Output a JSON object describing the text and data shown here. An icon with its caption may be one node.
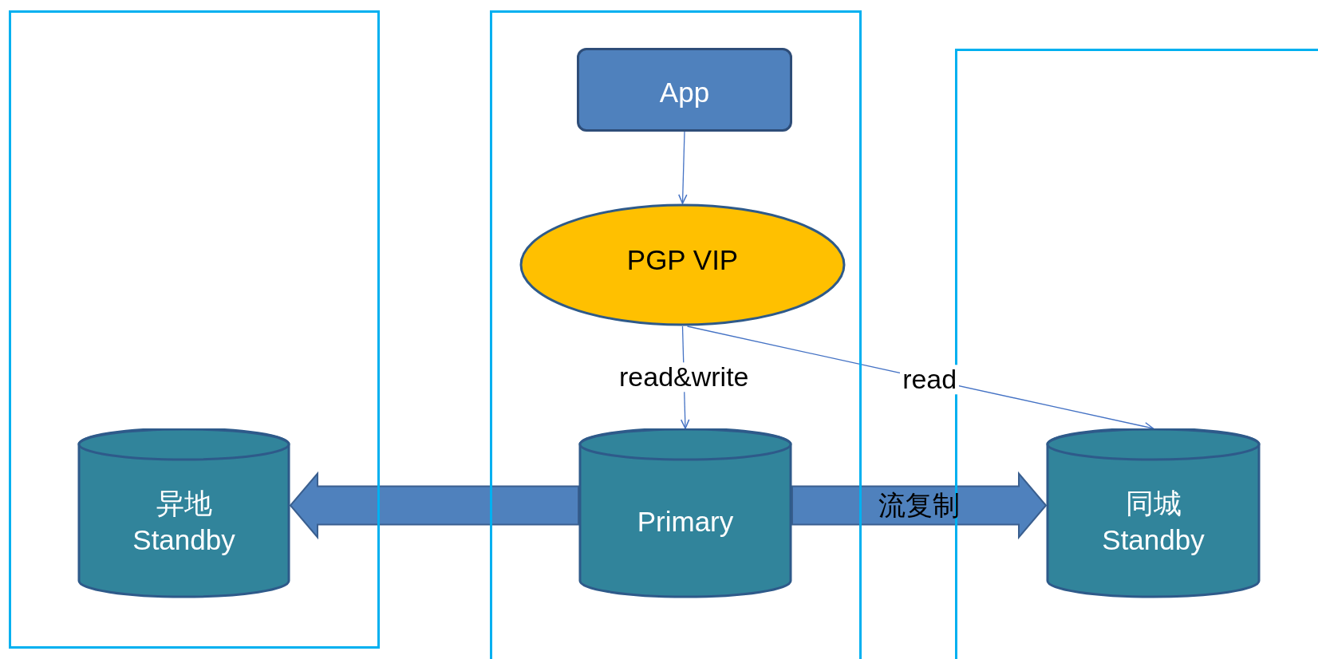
{
  "diagram": {
    "nodes": [
      {
        "text": [],
        "shape": "box"
      },
      {
        "text": [],
        "shape": "box"
      },
      {
        "text": [],
        "shape": "box"
      },
      {
        "text": [
          "App"
        ],
        "in": 1
      },
      {
        "text": [
          "PGP VIP"
        ],
        "in": 1
      },
      {
        "text": [
          "异地 Standby"
        ],
        "in": 0
      },
      {
        "text": [
          "Primary"
        ],
        "in": 1
      },
      {
        "text": [
          "同城 Standby"
        ],
        "in": 2
      }
    ],
    "edges": [
      {
        "from": 3,
        "to": 4,
        "arrow": "to"
      },
      {
        "from": 4,
        "to": 6,
        "arrow": "to",
        "label": "read&write"
      },
      {
        "from": 4,
        "to": 7,
        "arrow": "to",
        "label": "read"
      },
      {
        "from": 6,
        "to": 5,
        "arrow": "to",
        "style": "thick"
      },
      {
        "from": 6,
        "to": 7,
        "arrow": "to",
        "style": "thick",
        "label": "流复制"
      }
    ]
  }
}
